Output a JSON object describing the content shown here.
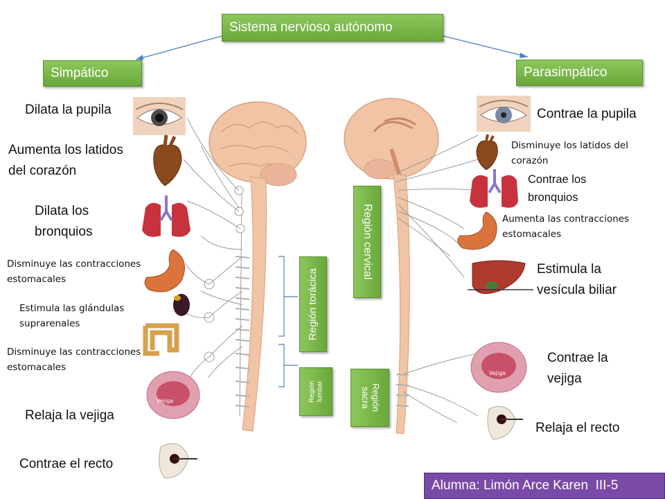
{
  "title": "Sistema nervioso autónomo",
  "left_header": "Simpático",
  "right_header": "Parasimpático",
  "sympathetic_effects": [
    "Dilata la pupila",
    "Aumenta los latidos del corazón",
    "Dilata los bronquios",
    "Disminuye las contracciones estomacales",
    "Estimula las glándulas suprarenales",
    "Disminuye las contracciones estomacales",
    "Relaja la vejiga",
    "Contrae el recto"
  ],
  "parasympathetic_effects": [
    "Contrae la pupila",
    "Disminuye los latidos del corazón",
    "Contrae los bronquios",
    "Aumenta las contracciones estomacales",
    "Estimula la vesícula biliar",
    "Contrae la vejiga",
    "Relaja el recto"
  ],
  "regions": {
    "toracica": "Región torácica",
    "lumbar": "Región lumbar",
    "cervical": "Región cervical",
    "sacra": "Región sacra"
  },
  "organ_labels": {
    "bladder": "Vejiga"
  },
  "footer": "Alumna: Limón Arce Karen  III-5",
  "colors": {
    "box_green": "#78b648",
    "footer_purple": "#7a4aa8",
    "nerve_tissue": "#f0c4a4",
    "arrow_blue": "#4f7fc0"
  }
}
